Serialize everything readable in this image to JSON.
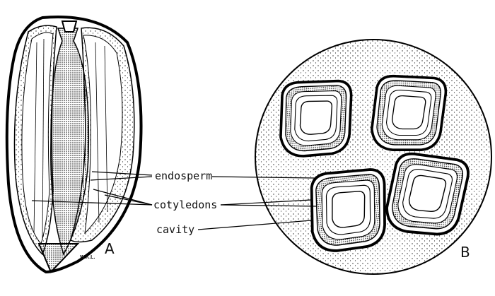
{
  "labels": {
    "endosperm": "endosperm",
    "cotyledons": "cotyledons",
    "cavity": "cavity"
  },
  "figures": {
    "a": "A",
    "b": "B"
  },
  "signature": "W.K.L."
}
